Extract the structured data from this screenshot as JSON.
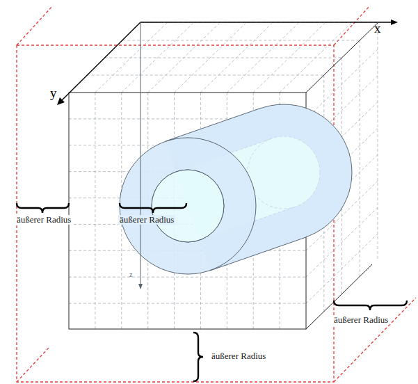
{
  "diagram": {
    "labels": [
      "x",
      "y",
      "äußerer Radius",
      "äußerer Radius",
      "z",
      "äußerer Radius",
      "äußerer Radius"
    ]
  }
}
